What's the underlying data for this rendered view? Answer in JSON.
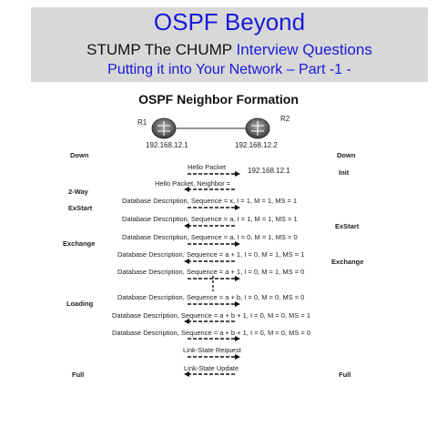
{
  "header": {
    "title": "OSPF Beyond",
    "subtitle_black": "STUMP The CHUMP",
    "subtitle_blue": "Interview Questions",
    "subtitle2": "Putting it into Your Network – Part -1 -"
  },
  "diagram": {
    "title": "OSPF Neighbor Formation",
    "r1": {
      "name": "R1",
      "ip": "192.168.12.1"
    },
    "r2": {
      "name": "R2",
      "ip": "192.168.12.2"
    },
    "hello_ip": "192.168.12.1",
    "r1_states": [
      "Down",
      "2-Way",
      "ExStart",
      "Exchange",
      "Loading",
      "Full"
    ],
    "r2_states": [
      "Down",
      "Init",
      "ExStart",
      "Exchange",
      "Full"
    ],
    "messages": [
      {
        "text": "Hello Packet",
        "direction": "right"
      },
      {
        "text": "Hello Packet, Neighbor =",
        "direction": "left"
      },
      {
        "text": "Database Description, Sequence = x, I = 1, M = 1, MS = 1",
        "direction": "right"
      },
      {
        "text": "Database Description, Sequence = a, I = 1, M = 1, MS = 1",
        "direction": "left"
      },
      {
        "text": "Database Description, Sequence = a, I = 0, M = 1, MS = 0",
        "direction": "right"
      },
      {
        "text": "Database Description, Sequence = a + 1, I = 0, M = 1, MS = 1",
        "direction": "left"
      },
      {
        "text": "Database Description, Sequence = a + 1, I = 0, M = 1, MS = 0",
        "direction": "right"
      },
      {
        "text": "Database Description, Sequence = a + b, I = 0, M = 0, MS = 0",
        "direction": "right"
      },
      {
        "text": "Database Description, Sequence = a + b + 1, I = 0, M = 0, MS = 1",
        "direction": "left"
      },
      {
        "text": "Database Description, Sequence = a + b + 1, I = 0, M = 0, MS = 0",
        "direction": "right"
      },
      {
        "text": "Link-State Request",
        "direction": "right"
      },
      {
        "text": "Link-State Update",
        "direction": "left"
      }
    ]
  }
}
